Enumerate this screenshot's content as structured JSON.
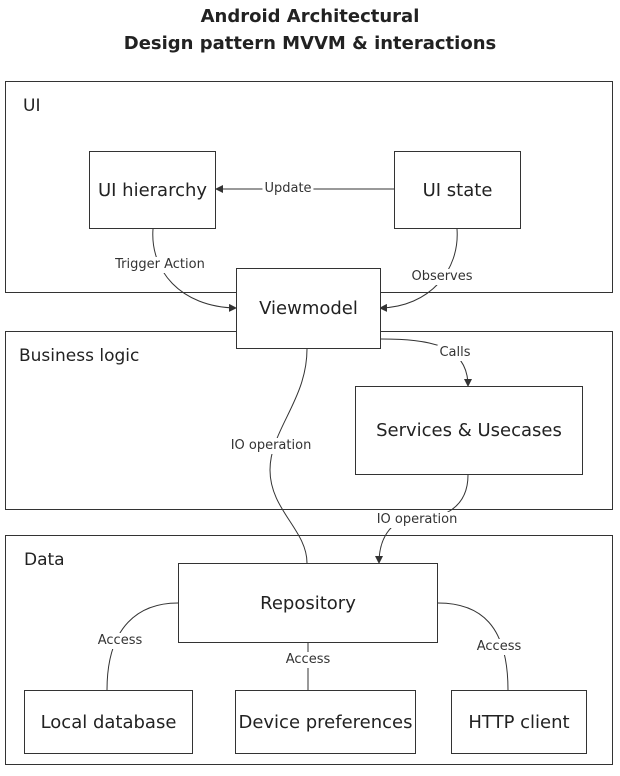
{
  "title": {
    "line1": "Android Architectural",
    "line2": "Design pattern MVVM & interactions"
  },
  "regions": {
    "ui": "UI",
    "business": "Business logic",
    "data": "Data"
  },
  "nodes": {
    "ui_hierarchy": "UI hierarchy",
    "ui_state": "UI state",
    "viewmodel": "Viewmodel",
    "services": "Services & Usecases",
    "repository": "Repository",
    "local_db": "Local database",
    "device_prefs": "Device preferences",
    "http_client": "HTTP client"
  },
  "edges": {
    "update": "Update",
    "trigger_action": "Trigger Action",
    "observes": "Observes",
    "calls": "Calls",
    "io_operation_vm": "IO operation",
    "io_operation_services": "IO operation",
    "access_local": "Access",
    "access_device": "Access",
    "access_http": "Access"
  }
}
